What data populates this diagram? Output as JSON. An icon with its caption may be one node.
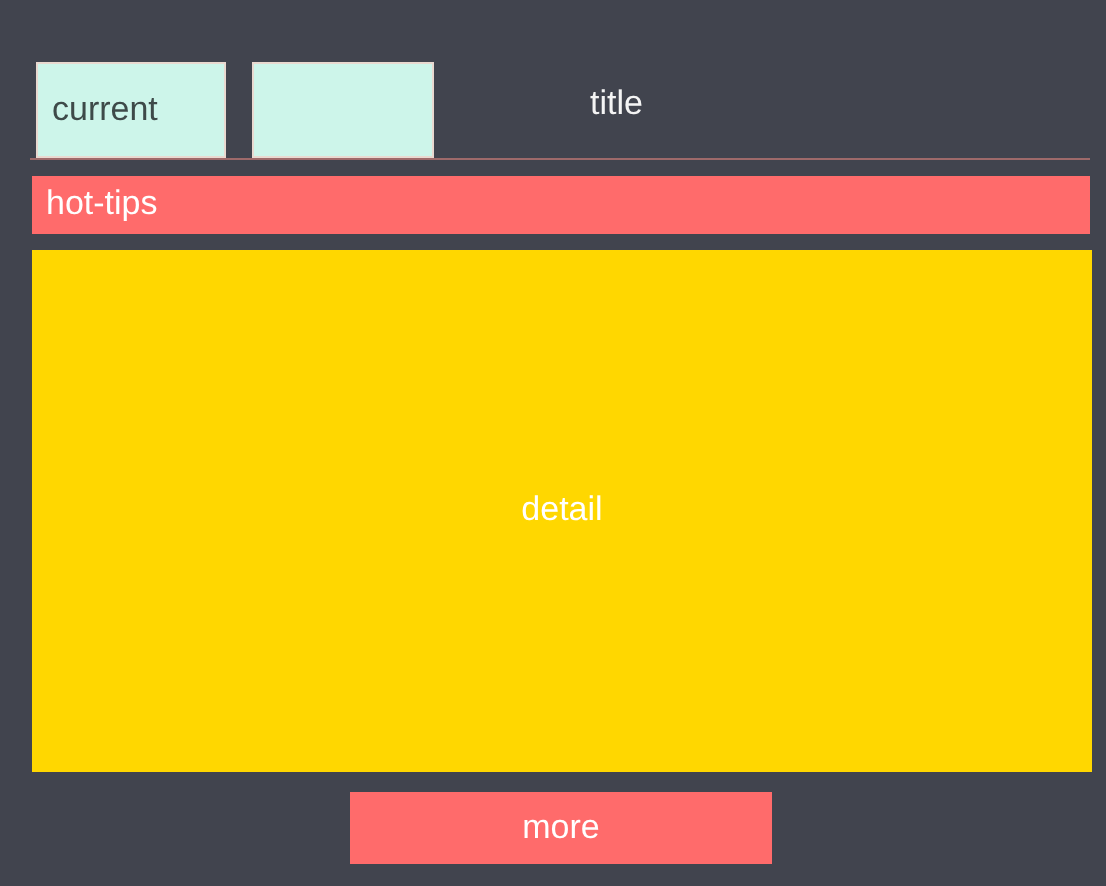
{
  "diagram": {
    "nodes": [
      {
        "text": [
          "current"
        ]
      },
      {
        "text": [],
        "shape": "box"
      },
      {
        "text": [
          "hot-tips"
        ]
      },
      {
        "text": [
          "detail"
        ]
      },
      {
        "text": [
          "more"
        ]
      }
    ],
    "labels": [
      "title"
    ]
  }
}
